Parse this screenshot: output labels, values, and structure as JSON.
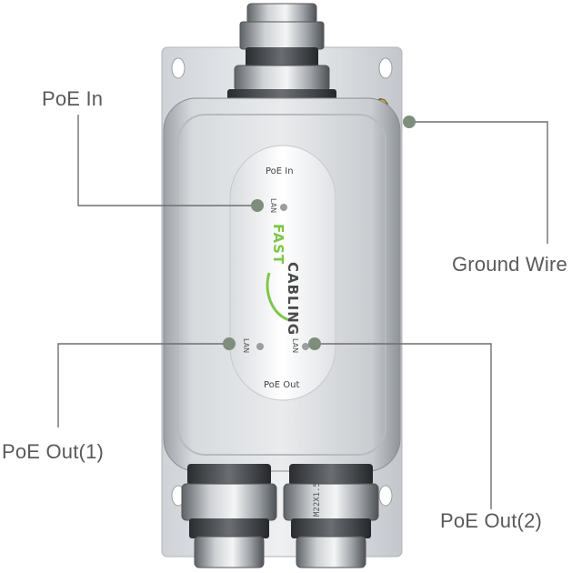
{
  "callouts": {
    "poe_in": "PoE In",
    "ground_wire": "Ground Wire",
    "poe_out_1": "PoE Out(1)",
    "poe_out_2": "PoE Out(2)"
  },
  "panel": {
    "top_label": "PoE In",
    "bottom_label": "PoE Out",
    "lan_in": "LAN",
    "lan_out_left": "LAN",
    "lan_out_right": "LAN"
  },
  "brand": {
    "part1": "FAST",
    "part2": "CABLING"
  },
  "gland_marking": "M22X1.5",
  "colors": {
    "callout_line": "#6f6f6f",
    "dot": "#7d8f7a",
    "brand_green": "#7ac943"
  }
}
